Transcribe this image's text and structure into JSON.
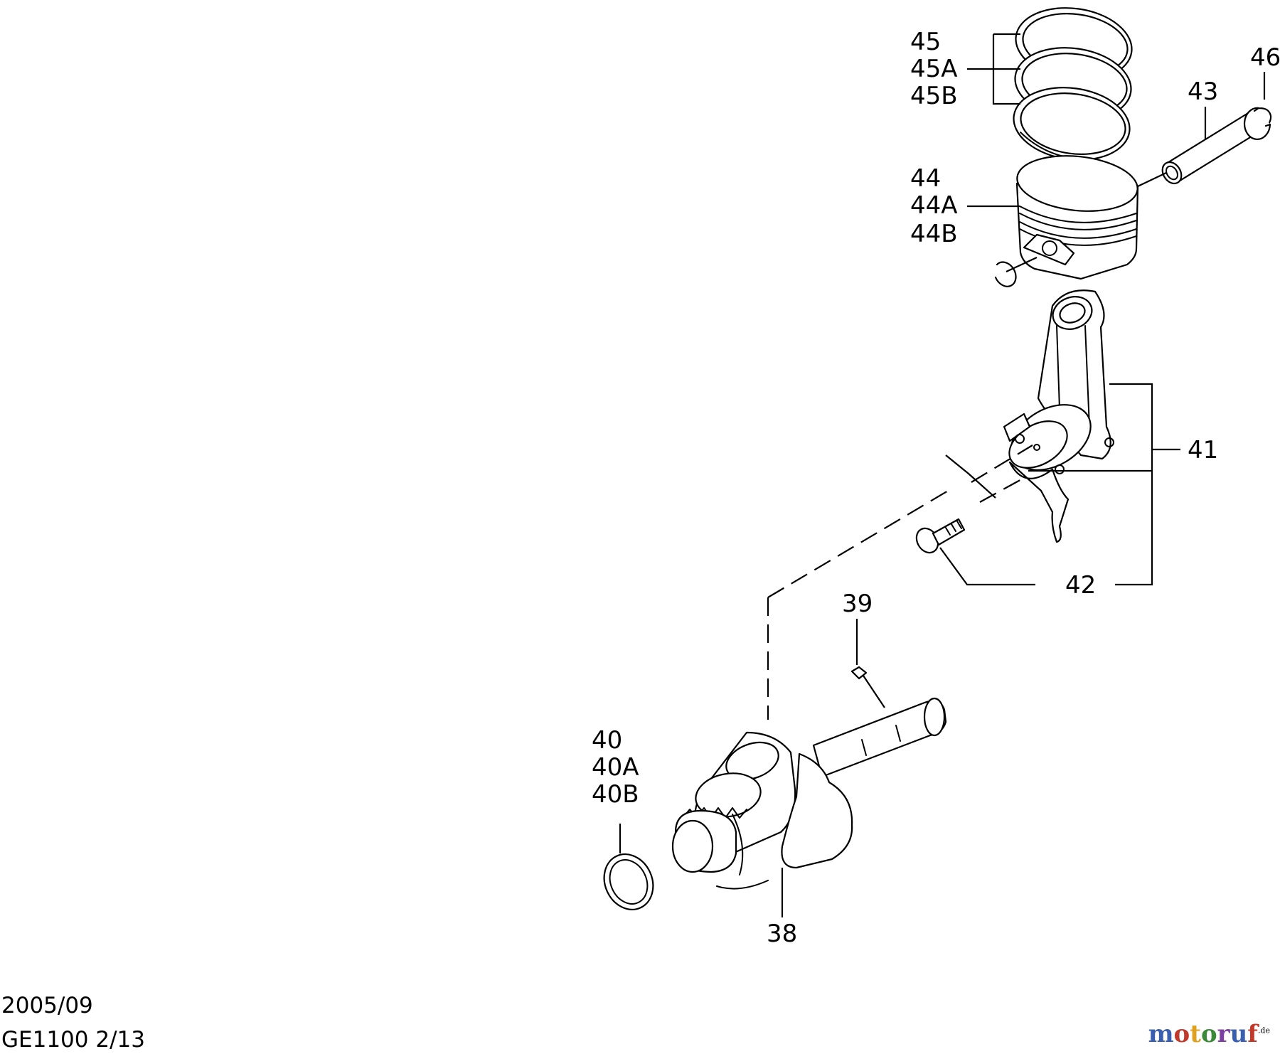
{
  "callouts": {
    "c45": "45",
    "c45A": "45A",
    "c45B": "45B",
    "c46": "46",
    "c43": "43",
    "c44": "44",
    "c44A": "44A",
    "c44B": "44B",
    "c41": "41",
    "c42": "42",
    "c39": "39",
    "c40": "40",
    "c40A": "40A",
    "c40B": "40B",
    "c38": "38"
  },
  "footer": {
    "date": "2005/09",
    "model_page": "GE1100 2/13"
  },
  "logo": {
    "main": "motoruf",
    "suffix": ".de",
    "colors": [
      "#3a5fae",
      "#c0392b",
      "#e0a020",
      "#3a8a3a",
      "#7a3fa0"
    ]
  }
}
